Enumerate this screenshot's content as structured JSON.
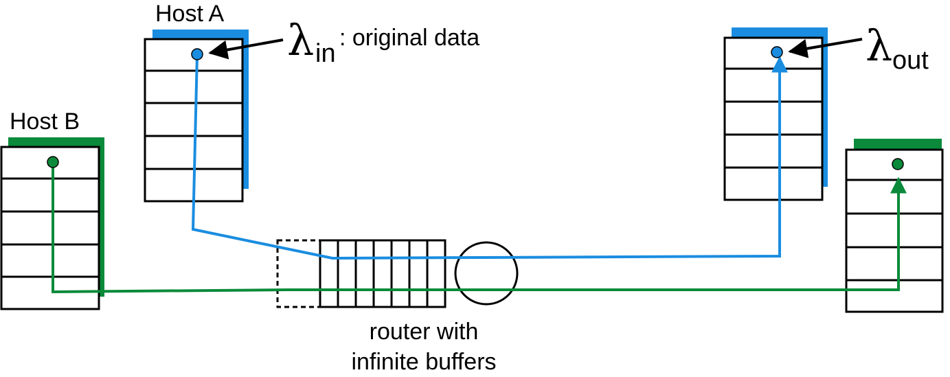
{
  "labels": {
    "host_a": "Host A",
    "host_b": "Host B",
    "lambda_symbol": "λ",
    "lambda_in_subscript": "in",
    "lambda_in_text": ": original data",
    "lambda_out_subscript": "out",
    "router_line1": "router with",
    "router_line2": "infinite buffers"
  },
  "colors": {
    "blue_flow": "#1a8de0",
    "green_flow": "#0a8a3a",
    "outline": "#000000"
  }
}
